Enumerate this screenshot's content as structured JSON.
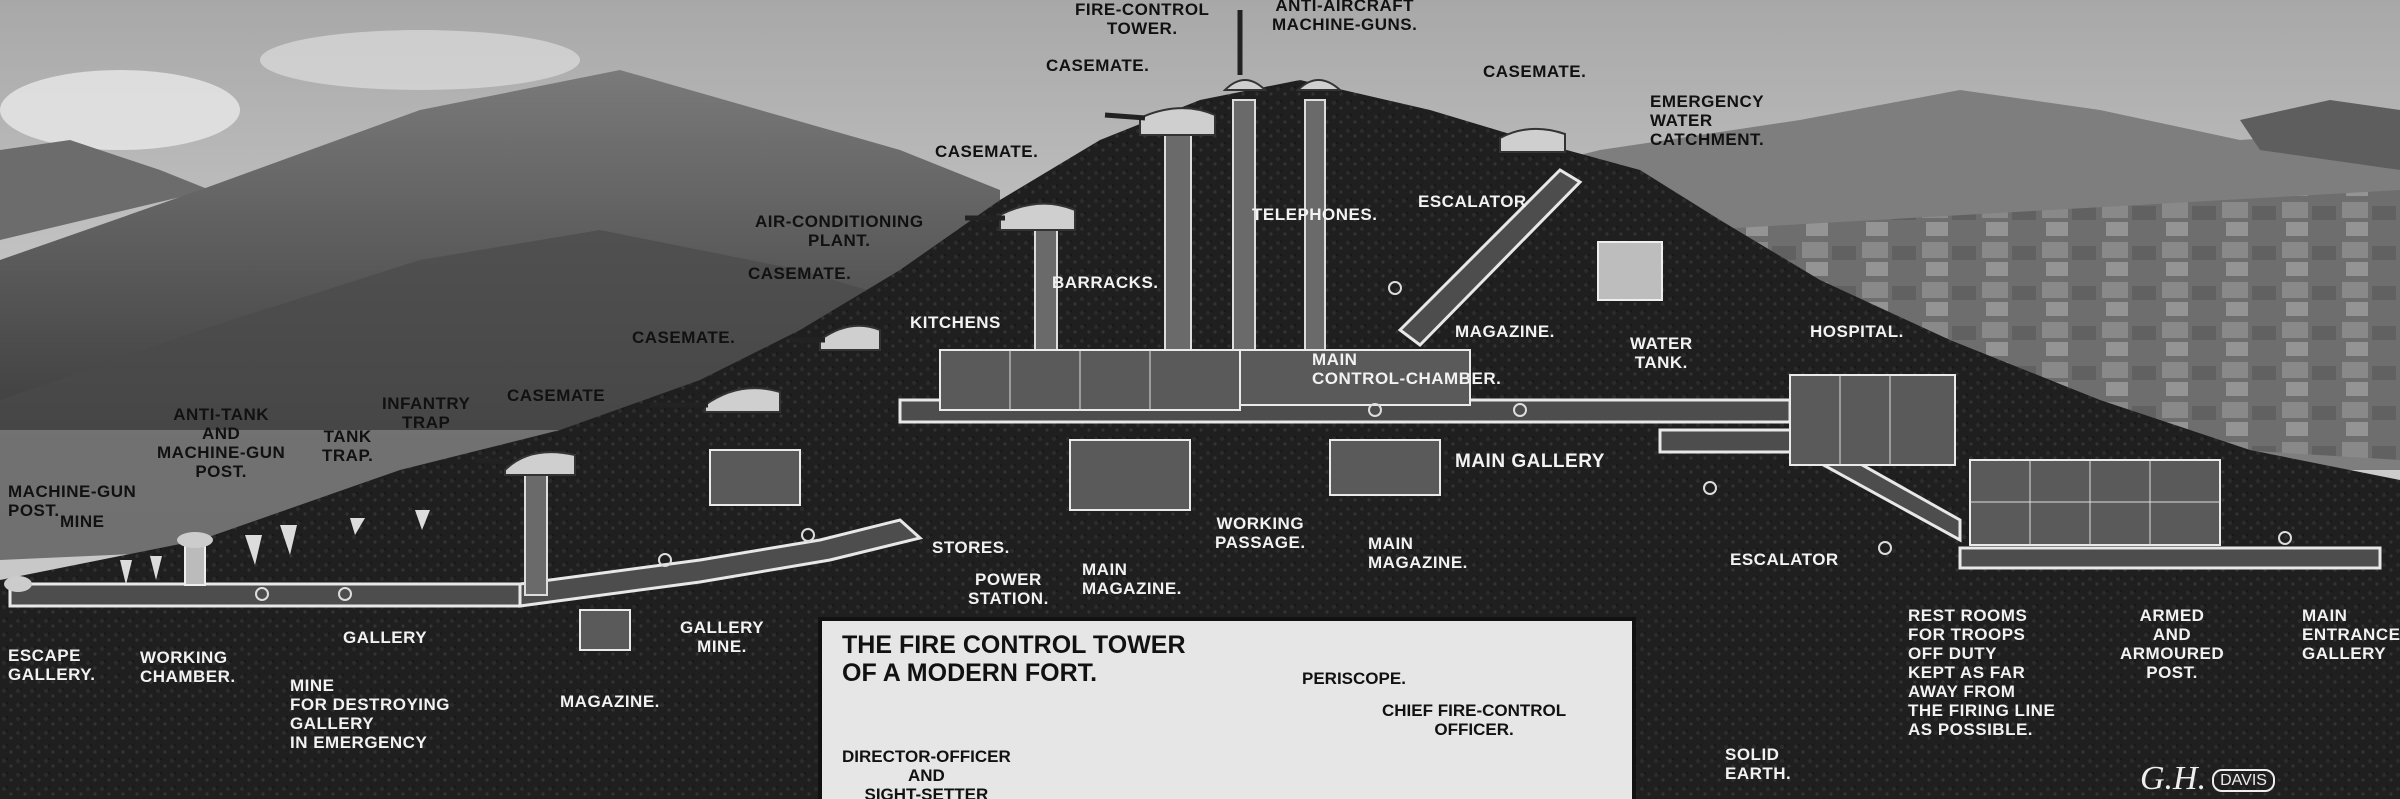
{
  "labels": {
    "fire_control_tower": "FIRE-CONTROL\nTOWER.",
    "anti_aircraft": "ANTI-AIRCRAFT\nMACHINE-GUNS.",
    "casemate_top_left": "CASEMATE.",
    "casemate_top_right": "CASEMATE.",
    "emergency_water": "EMERGENCY\nWATER\nCATCHMENT.",
    "casemate_mid": "CASEMATE.",
    "air_conditioning": "AIR-CONDITIONING\nPLANT.",
    "telephones": "TELEPHONES.",
    "escalator_top": "ESCALATOR",
    "casemate_left1": "CASEMATE.",
    "barracks": "BARRACKS.",
    "kitchens": "KITCHENS",
    "magazine_top": "MAGAZINE.",
    "water_tank": "WATER\nTANK.",
    "casemate_left2": "CASEMATE.",
    "main_control": "MAIN\nCONTROL-CHAMBER.",
    "hospital": "HOSPITAL.",
    "anti_tank": "ANTI-TANK\nAND\nMACHINE-GUN\nPOST.",
    "tank_trap": "TANK\nTRAP.",
    "infantry_trap": "INFANTRY\nTRAP",
    "casemate_left3": "CASEMATE",
    "main_gallery": "MAIN GALLERY",
    "machine_gun_post": "MACHINE-GUN\nPOST.",
    "mine": "MINE",
    "stores": "STORES.",
    "power_station": "POWER\nSTATION.",
    "main_magazine_1": "MAIN\nMAGAZINE.",
    "working_passage": "WORKING\nPASSAGE.",
    "main_magazine_2": "MAIN\nMAGAZINE.",
    "escalator_bottom": "ESCALATOR",
    "escape_gallery": "ESCAPE\nGALLERY.",
    "working_chamber": "WORKING\nCHAMBER.",
    "gallery": "GALLERY",
    "mine_destroying": "MINE\nFOR DESTROYING\nGALLERY\nIN EMERGENCY",
    "magazine_bottom": "MAGAZINE.",
    "gallery_mine": "GALLERY\nMINE.",
    "rest_rooms": "REST ROOMS\nFOR TROOPS\nOFF DUTY\nKEPT AS FAR\nAWAY FROM\nTHE FIRING LINE\nAS POSSIBLE.",
    "armed_post": "ARMED\nAND\nARMOURED\nPOST.",
    "main_entrance": "MAIN\nENTRANCE\nGALLERY",
    "solid_earth": "SOLID\nEARTH."
  },
  "inset": {
    "title": "THE FIRE CONTROL TOWER\nOF A MODERN FORT.",
    "periscope": "PERISCOPE.",
    "chief_officer": "CHIEF FIRE-CONTROL\nOFFICER.",
    "director": "DIRECTOR-OFFICER\nAND\nSIGHT-SETTER"
  },
  "signature": {
    "initials": "G.H.",
    "name": "DAVIS"
  }
}
